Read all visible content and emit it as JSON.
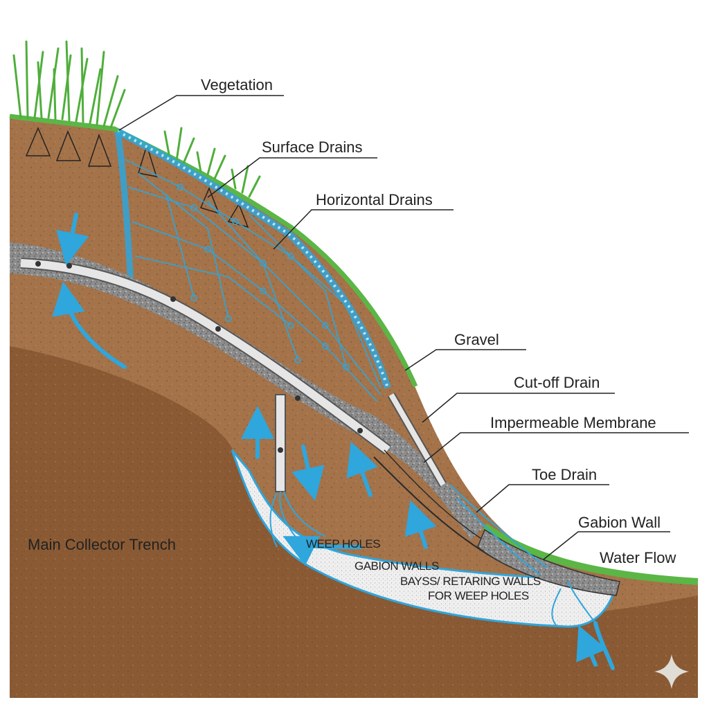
{
  "labels": {
    "vegetation": "Vegetation",
    "surface_drains": "Surface Drains",
    "horizontal_drains": "Horizontal Drains",
    "gravel": "Gravel",
    "cutoff_drain": "Cut-off Drain",
    "impermeable_membrane": "Impermeable Membrane",
    "toe_drain": "Toe Drain",
    "gabion_wall": "Gabion Wall",
    "water_flow": "Water Flow",
    "main_collector_trench": "Main Collector Trench",
    "weep_holes": "WEEP HOLES",
    "gabion_walls": "GABION WALLS",
    "retaining_walls_line1": "BAYSS/ RETARING WALLS",
    "retaining_walls_line2": "FOR WEEP HOLES"
  },
  "colors": {
    "upper_soil": "#a4734a",
    "lower_soil": "#8a5a34",
    "grass": "#5bb646",
    "gravel": "#8f8f8f",
    "water": "#2fa6dc",
    "trench_fill": "#efefef",
    "pipe": "#e6e6e6"
  },
  "icons": {
    "sparkle": "sparkle-icon"
  }
}
